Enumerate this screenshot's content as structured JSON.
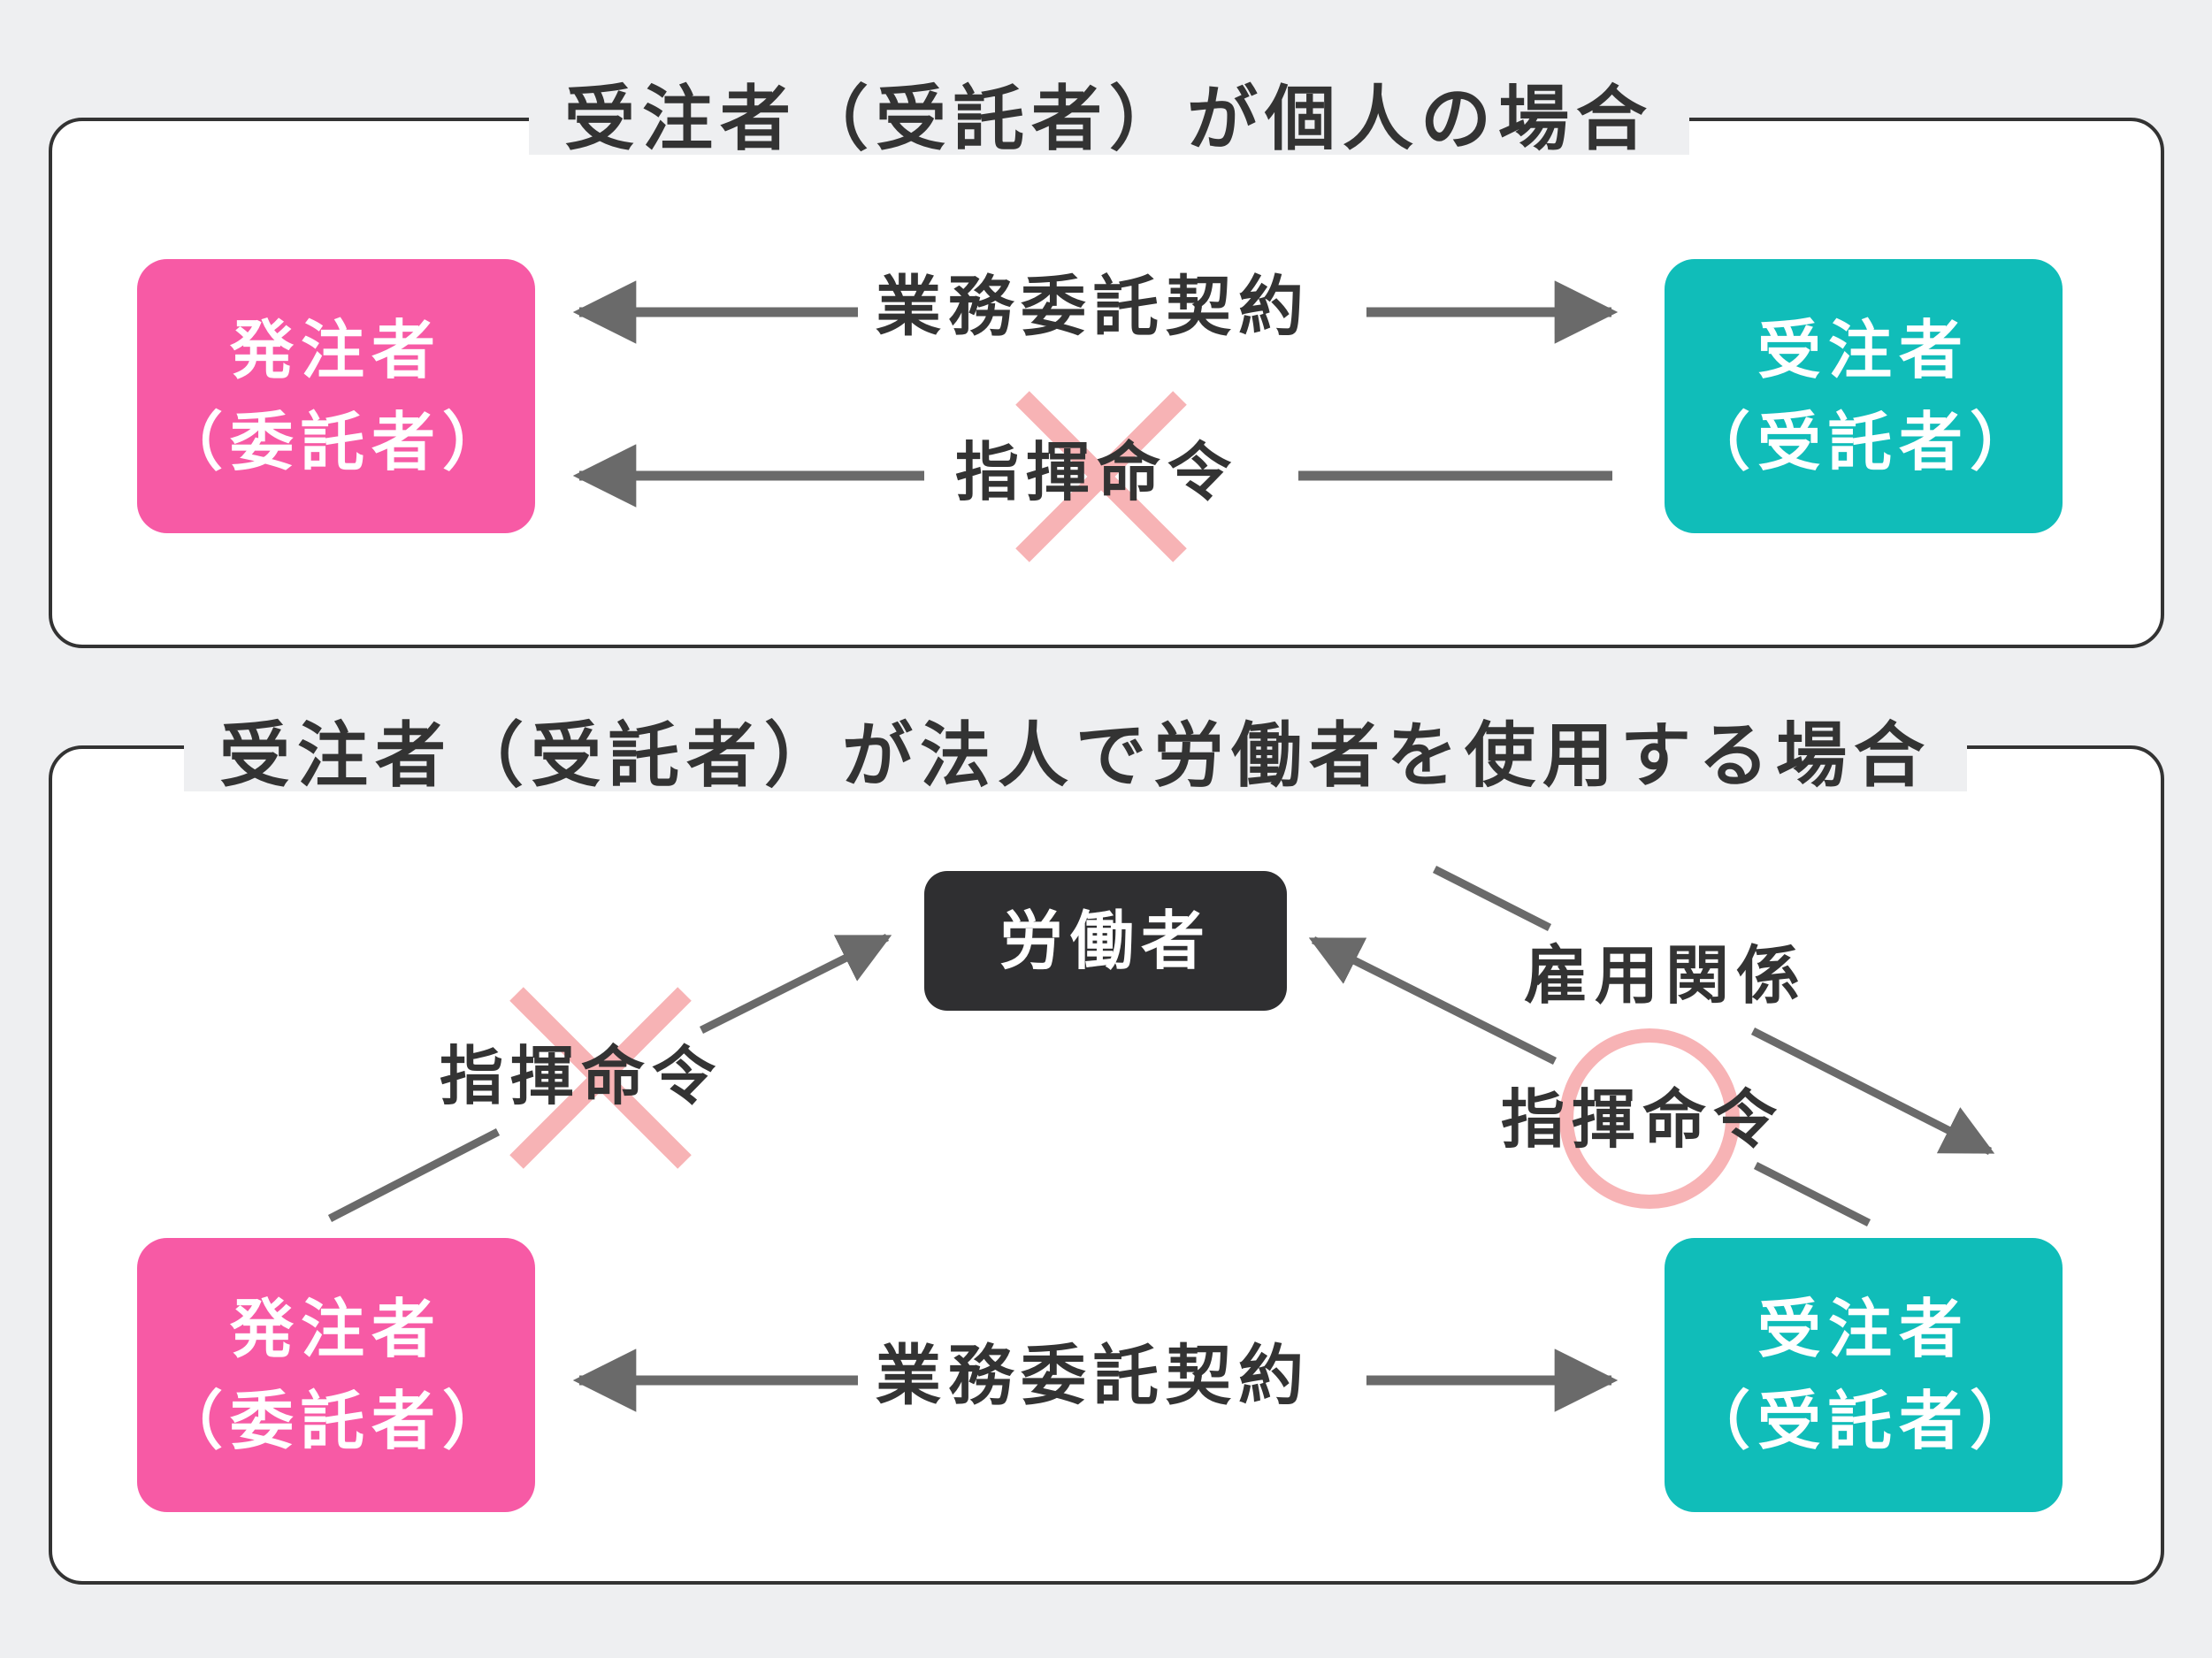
{
  "panel1": {
    "title": "受注者（受託者）が個人の場合",
    "client": {
      "line1": "発注者",
      "line2": "（委託者）"
    },
    "contractor": {
      "line1": "受注者",
      "line2": "（受託者）"
    },
    "contract_label": "業務委託契約",
    "command_label": "指揮命令",
    "command_status": "prohibited"
  },
  "panel2": {
    "title": "受注者（受託者）が法人で労働者を使用する場合",
    "worker": "労働者",
    "client": {
      "line1": "発注者",
      "line2": "（委託者）"
    },
    "contractor": {
      "line1": "受注者",
      "line2": "（受託者）"
    },
    "contract_label": "業務委託契約",
    "client_command_label": "指揮命令",
    "client_command_status": "prohibited",
    "employment_label": "雇用関係",
    "contractor_command_label": "指揮命令",
    "contractor_command_status": "allowed"
  },
  "colors": {
    "client": "#f75aa5",
    "contractor": "#10bdb9",
    "worker": "#2f2f31",
    "arrow": "#6a6a6a",
    "mark": "#f7b3b5",
    "text": "#333333"
  }
}
